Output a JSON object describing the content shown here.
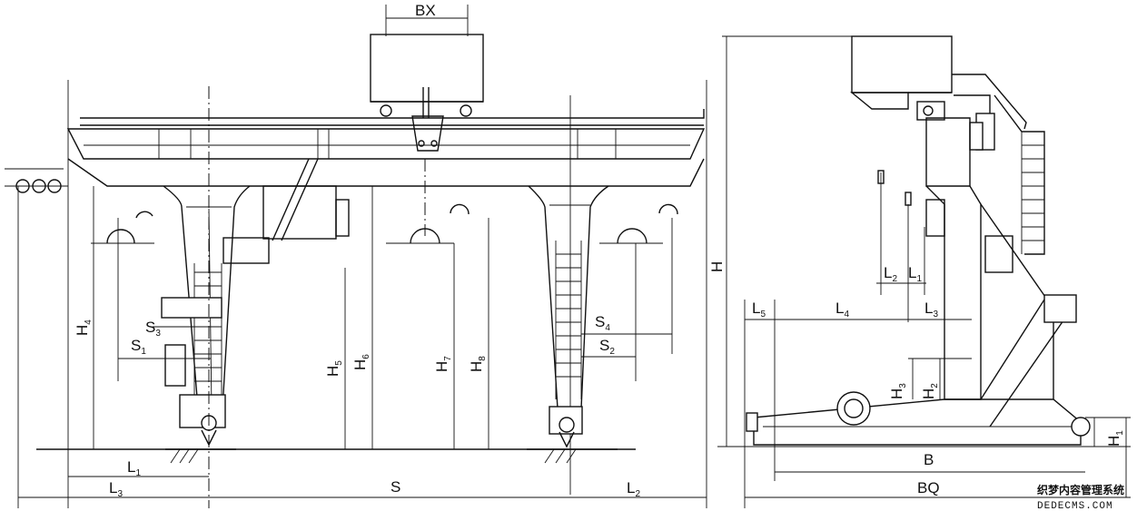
{
  "drawing": {
    "front_labels": {
      "bx": "BX",
      "s": "S",
      "l1": {
        "main": "L",
        "sub": "1"
      },
      "l2": {
        "main": "L",
        "sub": "2"
      },
      "l3": {
        "main": "L",
        "sub": "3"
      },
      "h4": {
        "main": "H",
        "sub": "4"
      },
      "h5": {
        "main": "H",
        "sub": "5"
      },
      "h6": {
        "main": "H",
        "sub": "6"
      },
      "h7": {
        "main": "H",
        "sub": "7"
      },
      "h8": {
        "main": "H",
        "sub": "8"
      },
      "s1": {
        "main": "S",
        "sub": "1"
      },
      "s2": {
        "main": "S",
        "sub": "2"
      },
      "s3": {
        "main": "S",
        "sub": "3"
      },
      "s4": {
        "main": "S",
        "sub": "4"
      }
    },
    "side_labels": {
      "h": "H",
      "b": "B",
      "bq": "BQ",
      "h1": {
        "main": "H",
        "sub": "1"
      },
      "h2": {
        "main": "H",
        "sub": "2"
      },
      "h3": {
        "main": "H",
        "sub": "3"
      },
      "l1": {
        "main": "L",
        "sub": "1"
      },
      "l2": {
        "main": "L",
        "sub": "2"
      },
      "l3": {
        "main": "L",
        "sub": "3"
      },
      "l4": {
        "main": "L",
        "sub": "4"
      },
      "l5": {
        "main": "L",
        "sub": "5"
      }
    }
  },
  "watermark": {
    "line1": "织梦内容管理系统",
    "line2": "DEDECMS.COM"
  }
}
